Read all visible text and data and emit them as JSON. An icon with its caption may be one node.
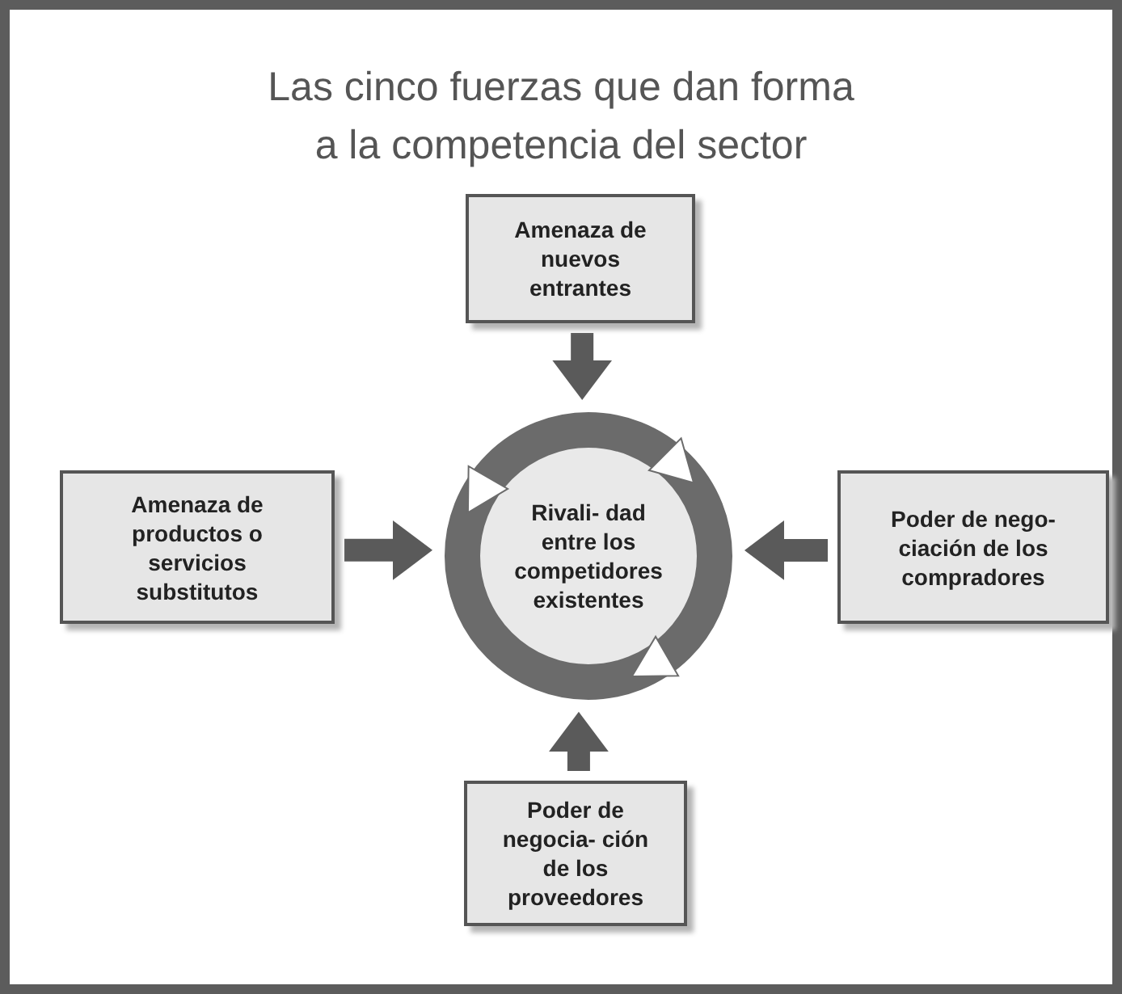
{
  "diagram": {
    "title": "Las cinco fuerzas que dan forma a la competencia del sector",
    "nodes": [
      {
        "text": [
          "Amenaza de nuevos entrantes"
        ]
      },
      {
        "text": [
          "Amenaza de productos o servicios substitutos"
        ]
      },
      {
        "text": [
          "Rivali- dad entre los competidores existentes"
        ]
      },
      {
        "text": [
          "Poder de nego- ciación de los compradores"
        ]
      },
      {
        "text": [
          "Poder de negocia- ción de los proveedores"
        ]
      }
    ],
    "edges": [
      {
        "from": 0,
        "to": 2,
        "arrow": "to"
      },
      {
        "from": 1,
        "to": 2,
        "arrow": "to"
      },
      {
        "from": 3,
        "to": 2,
        "arrow": "to"
      },
      {
        "from": 4,
        "to": 2,
        "arrow": "to"
      }
    ]
  }
}
